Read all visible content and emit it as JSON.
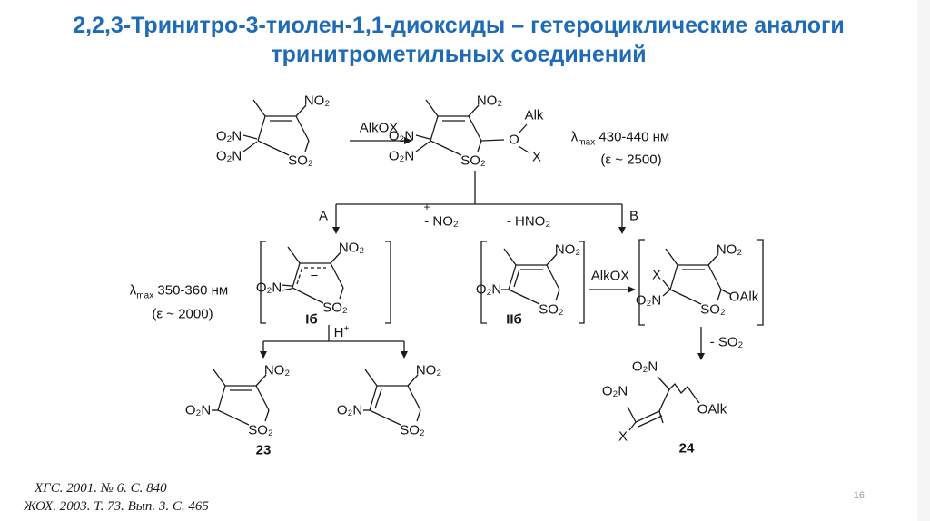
{
  "slide": {
    "title_line1": "2,2,3-Тринитро-3-тиолен-1,1-диоксиды – гетероциклические аналоги",
    "title_line2": "тринитрометильных соединений",
    "title_color": "#1f6bb5",
    "page_number": "16",
    "references": [
      "ХГС. 2001. № 6. С. 840",
      "ЖОХ. 2003. Т. 73. Вып. 3. С. 465"
    ]
  },
  "atoms": {
    "no2": "NO₂",
    "o2n": "O₂N",
    "so2": "SO₂",
    "o": "O",
    "x": "X",
    "alk": "Alk",
    "oalk": "OAlk",
    "minus": "−"
  },
  "scheme": {
    "arrow1_reagent": "AlkOX",
    "arrow2_reagent": "AlkOX",
    "lambda1": {
      "sym": "λ",
      "sub": "max",
      "rest": " 430-440 нм",
      "eps": "(ε ~ 2500)"
    },
    "lambda2": {
      "sym": "λ",
      "sub": "max",
      "rest": " 350-360 нм",
      "eps": "(ε ~ 2000)"
    },
    "path_a": "A",
    "path_b": "B",
    "loss_no2": {
      "plus": "+",
      "text": "- NO₂"
    },
    "loss_hno2": "- HNO₂",
    "loss_so2": "- SO₂",
    "h_plus": {
      "base": "H",
      "sup": "+"
    },
    "intermediate_1": "Iб",
    "intermediate_2": "IIб",
    "compound_23": "23",
    "compound_24": "24"
  }
}
